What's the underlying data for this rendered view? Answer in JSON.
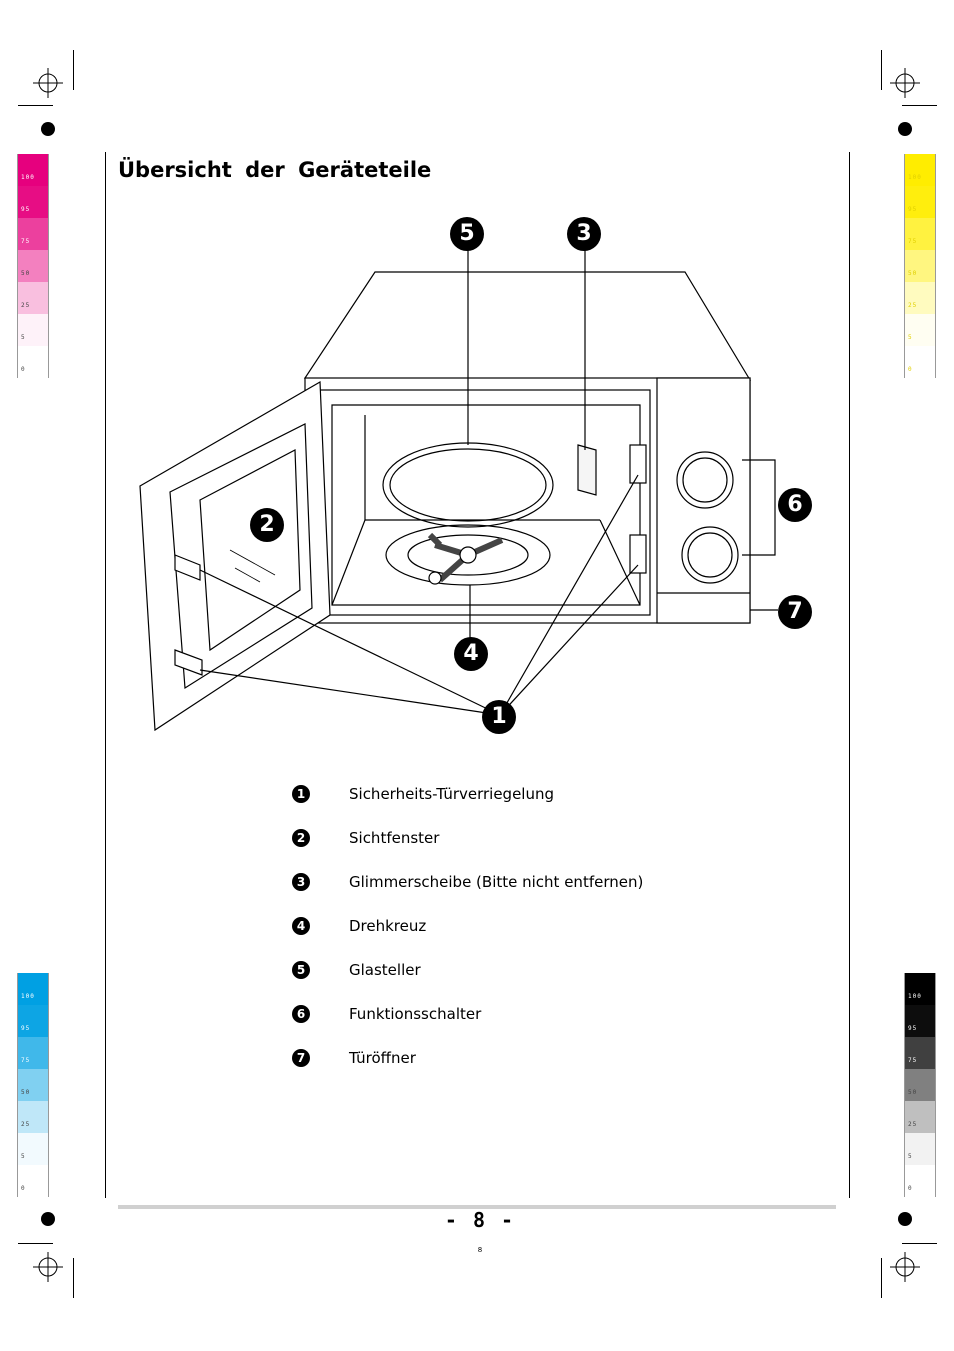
{
  "page": {
    "title": "Übersicht der Geräteteile",
    "page_number": "- 8 -",
    "small_page_number": "8"
  },
  "diagram": {
    "callouts": [
      "1",
      "2",
      "3",
      "4",
      "5",
      "6",
      "7"
    ]
  },
  "legend": [
    {
      "num": "1",
      "label": "Sicherheits-Türverriegelung"
    },
    {
      "num": "2",
      "label": "Sichtfenster"
    },
    {
      "num": "3",
      "label": "Glimmerscheibe (Bitte nicht entfernen)"
    },
    {
      "num": "4",
      "label": "Drehkreuz"
    },
    {
      "num": "5",
      "label": "Glasteller"
    },
    {
      "num": "6",
      "label": "Funktionsschalter"
    },
    {
      "num": "7",
      "label": "Türöffner"
    }
  ],
  "color_bars": {
    "magenta": {
      "color": "#e6007e",
      "values": [
        "100",
        "95",
        "75",
        "50",
        "25",
        "5",
        "0"
      ]
    },
    "yellow": {
      "color": "#ffed00",
      "values": [
        "100",
        "95",
        "75",
        "50",
        "25",
        "5",
        "0"
      ]
    },
    "cyan": {
      "color": "#00a0e3",
      "values": [
        "100",
        "95",
        "75",
        "50",
        "25",
        "5",
        "0"
      ]
    },
    "black": {
      "color": "#000000",
      "values": [
        "100",
        "95",
        "75",
        "50",
        "25",
        "5",
        "0"
      ]
    }
  },
  "colors": {
    "ink": "#000000",
    "footer_bar": "#d0d0d0"
  }
}
